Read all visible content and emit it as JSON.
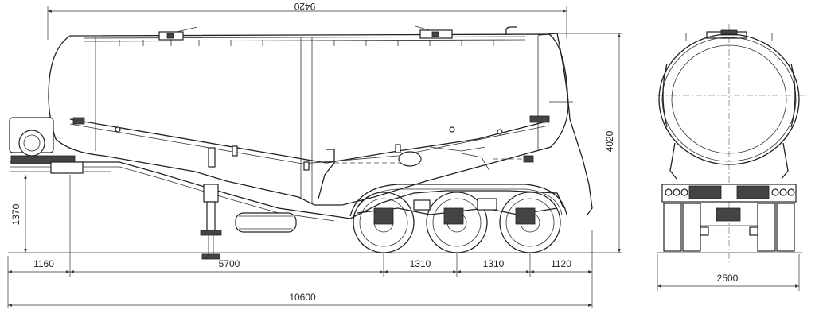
{
  "drawing": {
    "dimensions": {
      "top_length": "9420",
      "total_length": "10600",
      "height": "4020",
      "width": "2500",
      "front_axle_height": "1370",
      "seg_front": "1160",
      "seg_mid": "5700",
      "seg_axle1": "1310",
      "seg_axle2": "1310",
      "seg_rear": "1120"
    }
  }
}
